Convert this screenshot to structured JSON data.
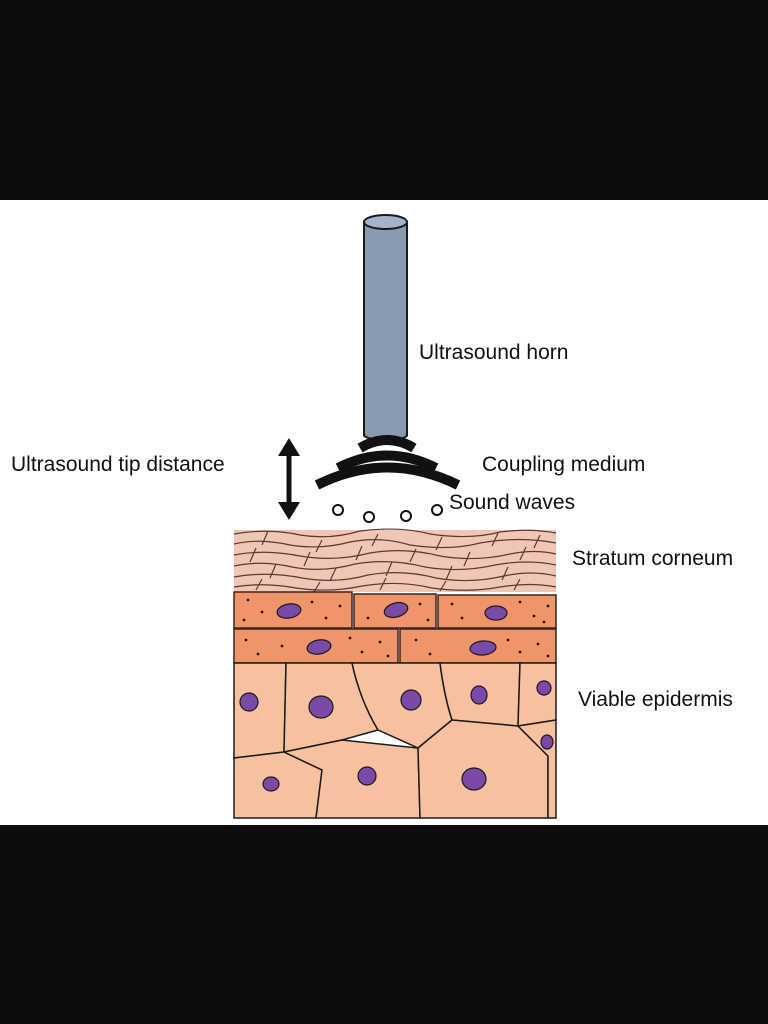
{
  "labels": {
    "horn": "Ultrasound horn",
    "tip_distance": "Ultrasound tip distance",
    "coupling_medium": "Coupling medium",
    "sound_waves": "Sound waves",
    "stratum_corneum": "Stratum corneum",
    "viable_epidermis": "Viable epidermis"
  },
  "colors": {
    "background": "#0d0d0d",
    "canvas": "#ffffff",
    "horn": "#8a9ab3",
    "stratum_corneum": "#f2c6b6",
    "granular_layer": "#f0956a",
    "viable_cells": "#f7c1a0",
    "nucleus": "#7a4aa8"
  }
}
